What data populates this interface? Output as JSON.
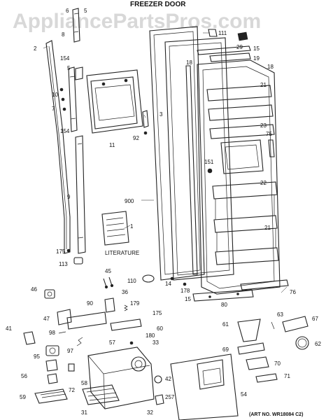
{
  "watermark": "AppliancePartsPros.com",
  "title": "FREEZER DOOR",
  "literature_label": "LITERATURE",
  "art_number": "(ART NO. WR18084 C2)",
  "callouts": {
    "c1": "1",
    "c2": "2",
    "c3": "3",
    "c5": "5",
    "c6": "6",
    "c7": "7",
    "c8": "8",
    "c9": "9",
    "c10": "10",
    "c11": "11",
    "c14": "14",
    "c15a": "15",
    "c15b": "15",
    "c18a": "18",
    "c18b": "18",
    "c19": "19",
    "c21a": "21",
    "c21b": "21",
    "c22": "22",
    "c23": "23",
    "c29": "29",
    "c31": "31",
    "c32": "32",
    "c33": "33",
    "c36": "36",
    "c41": "41",
    "c42": "42",
    "c45": "45",
    "c46": "46",
    "c47": "47",
    "c54": "54",
    "c56": "56",
    "c57": "57",
    "c58": "58",
    "c59": "59",
    "c60": "60",
    "c61": "61",
    "c62": "62",
    "c63": "63",
    "c67": "67",
    "c69": "69",
    "c70": "70",
    "c71": "71",
    "c72": "72",
    "c75": "75",
    "c76": "76",
    "c80": "80",
    "c90": "90",
    "c92": "92",
    "c95": "95",
    "c97": "97",
    "c98": "98",
    "c110": "110",
    "c111": "111",
    "c113": "113",
    "c151": "151",
    "c154a": "154",
    "c154b": "154",
    "c175a": "175",
    "c175b": "175",
    "c178": "178",
    "c179": "179",
    "c180": "180",
    "c257": "257",
    "c900": "900"
  }
}
